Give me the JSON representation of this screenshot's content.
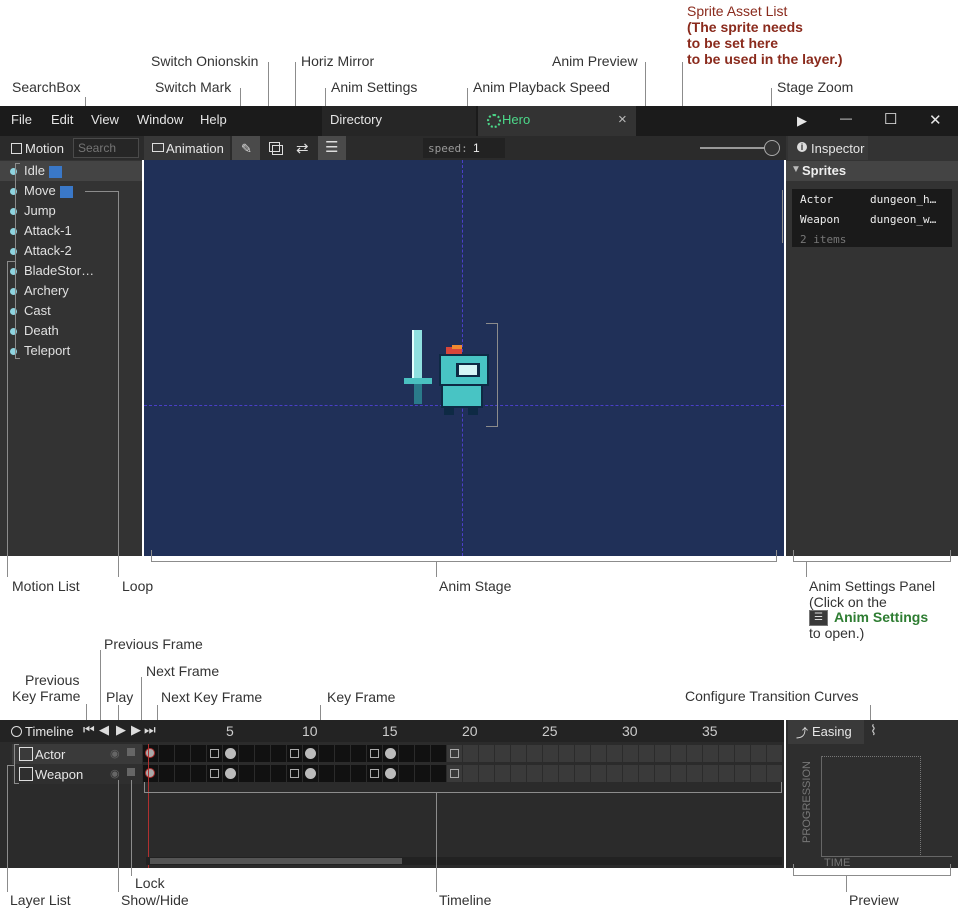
{
  "annotations": {
    "sprite_asset_title": "Sprite Asset List",
    "sprite_asset_note": [
      "(The sprite needs",
      "to be set here",
      "to be used in the layer.)"
    ],
    "switch_onionskin": "Switch Onionskin",
    "horiz_mirror": "Horiz Mirror",
    "anim_preview": "Anim Preview",
    "searchbox": "SearchBox",
    "switch_mark": "Switch Mark",
    "anim_settings": "Anim Settings",
    "anim_playback_speed": "Anim Playback Speed",
    "stage_zoom": "Stage Zoom",
    "motion_list": "Motion List",
    "loop": "Loop",
    "anim_stage": "Anim Stage",
    "anim_settings_panel": "Anim Settings Panel",
    "click_on_the": "(Click on the",
    "anim_settings_link": "Anim Settings",
    "to_open": "to open.)",
    "previous_frame": "Previous Frame",
    "previous": "Previous",
    "key_frame_lbl": "Key Frame",
    "play": "Play",
    "next_frame": "Next Frame",
    "next_key_frame": "Next Key Frame",
    "key_frame": "Key Frame",
    "configure_transition_curves": "Configure Transition Curves",
    "layer_list": "Layer List",
    "show_hide": "Show/Hide",
    "lock": "Lock",
    "timeline": "Timeline",
    "preview": "Preview"
  },
  "menu": {
    "file": "File",
    "edit": "Edit",
    "view": "View",
    "window": "Window",
    "help": "Help"
  },
  "tabs": {
    "directory": "Directory",
    "hero": "Hero",
    "close": "×"
  },
  "window_controls": {
    "play": "▶",
    "minimize": "—",
    "maximize": "☐",
    "close": "✕"
  },
  "toolbar": {
    "motion": "Motion",
    "search_placeholder": "Search",
    "animation": "Animation",
    "speed_label": "speed:",
    "speed_value": "1",
    "inspector": "Inspector"
  },
  "motions": [
    "Idle",
    "Move",
    "Jump",
    "Attack-1",
    "Attack-2",
    "BladeStor…",
    "Archery",
    "Cast",
    "Death",
    "Teleport"
  ],
  "inspector": {
    "section": "Sprites",
    "rows": [
      {
        "name": "Actor",
        "value": "dungeon_h…"
      },
      {
        "name": "Weapon",
        "value": "dungeon_w…"
      }
    ],
    "count": "2 items"
  },
  "timeline": {
    "title": "Timeline",
    "ruler": [
      "5",
      "10",
      "15",
      "20",
      "25",
      "30",
      "35"
    ],
    "layers": [
      "Actor",
      "Weapon"
    ]
  },
  "easing": {
    "title": "Easing",
    "y_label": "PROGRESSION",
    "x_label": "TIME"
  },
  "colors": {
    "stage": "#203058",
    "accent_green": "#4cd98a",
    "annotation_red": "#8a2a1c"
  }
}
